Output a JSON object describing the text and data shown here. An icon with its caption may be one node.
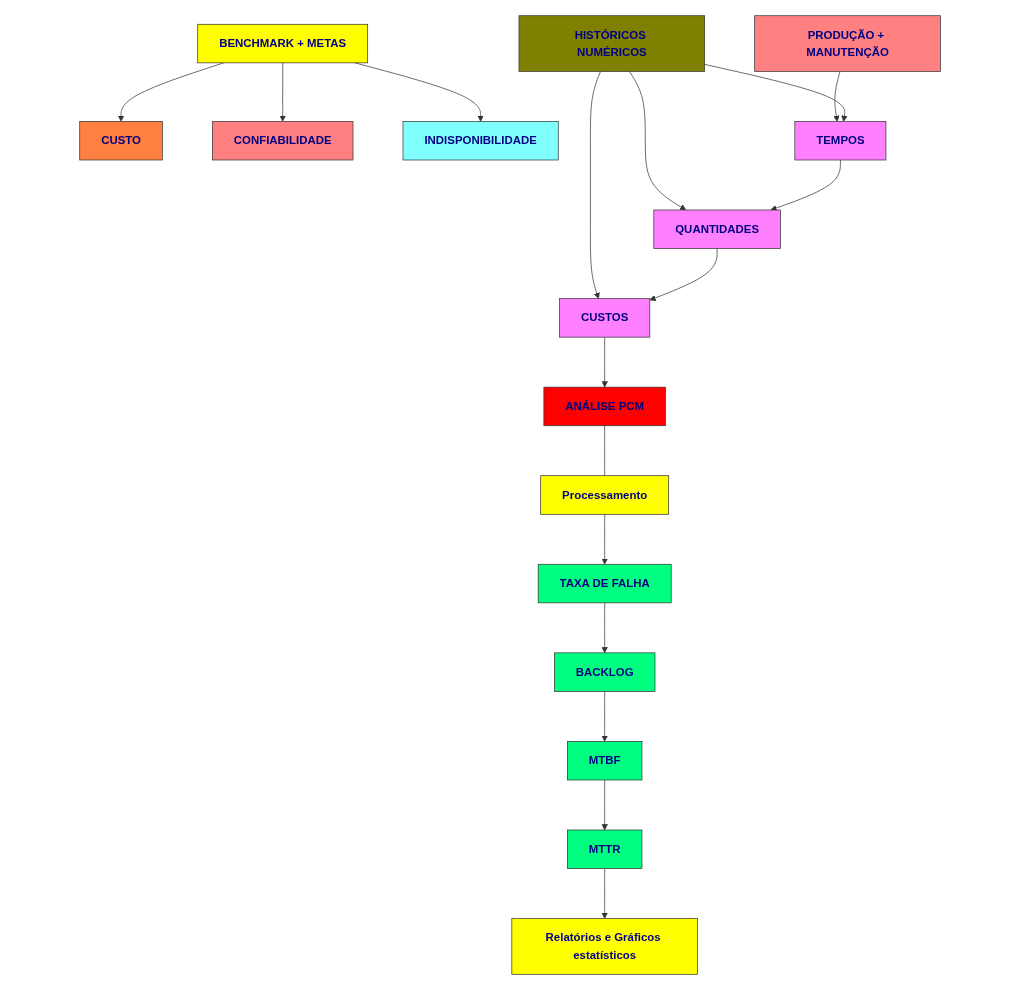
{
  "diagram": {
    "nodes": [
      {
        "text": [
          "BENCHMARK + METAS"
        ]
      },
      {
        "text": [
          "CUSTO"
        ]
      },
      {
        "text": [
          "CONFIABILIDADE"
        ]
      },
      {
        "text": [
          "INDISPONIBILIDADE"
        ]
      },
      {
        "text": [
          "Relatórios e Gráficos estatísticos"
        ]
      },
      {
        "text": [
          "PRODUÇÃO + MANUTENÇÃO"
        ]
      },
      {
        "text": [
          "MTTR"
        ]
      },
      {
        "text": [
          "HISTÓRICOS NUMÉRICOS"
        ]
      },
      {
        "text": [
          "TEMPOS"
        ]
      },
      {
        "text": [
          "MTBF"
        ]
      },
      {
        "text": [
          "QUANTIDADES"
        ]
      },
      {
        "text": [
          "BACKLOG"
        ]
      },
      {
        "text": [
          "CUSTOS"
        ]
      },
      {
        "text": [
          "TAXA DE FALHA"
        ]
      },
      {
        "text": [
          "ANÁLISE PCM"
        ]
      },
      {
        "text": [
          "Processamento"
        ]
      }
    ],
    "edges": [
      {
        "from": 0,
        "to": 1,
        "arrow": "to"
      },
      {
        "from": 0,
        "to": 2,
        "arrow": "to"
      },
      {
        "from": 0,
        "to": 3,
        "arrow": "to"
      },
      {
        "from": 5,
        "to": 8,
        "arrow": "to"
      },
      {
        "from": 7,
        "to": 8,
        "arrow": "to"
      },
      {
        "from": 7,
        "to": 10,
        "arrow": "to"
      },
      {
        "from": 7,
        "to": 12,
        "arrow": "to"
      },
      {
        "from": 8,
        "to": 10,
        "arrow": "to"
      },
      {
        "from": 10,
        "to": 12,
        "arrow": "to"
      },
      {
        "from": 12,
        "to": 14,
        "arrow": "to"
      },
      {
        "from": 14,
        "to": 15,
        "arrow": "none"
      },
      {
        "from": 15,
        "to": 13,
        "arrow": "to"
      },
      {
        "from": 13,
        "to": 11,
        "arrow": "to"
      },
      {
        "from": 11,
        "to": 9,
        "arrow": "to"
      },
      {
        "from": 9,
        "to": 6,
        "arrow": "to"
      },
      {
        "from": 6,
        "to": 4,
        "arrow": "to"
      }
    ]
  }
}
